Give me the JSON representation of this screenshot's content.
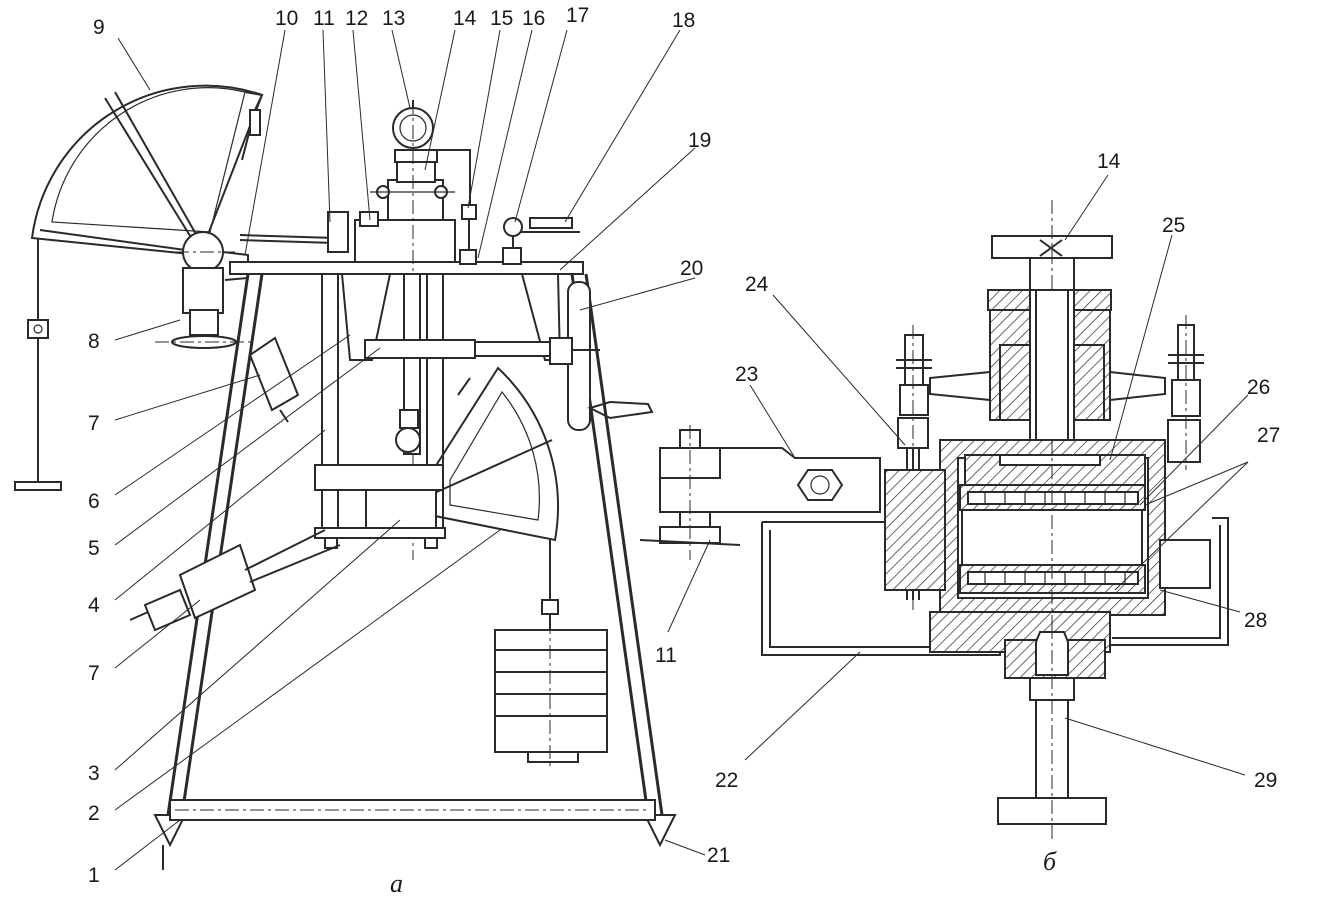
{
  "captions": {
    "left": "а",
    "right": "б"
  },
  "labels": {
    "l1": "1",
    "l2": "2",
    "l3": "3",
    "l4": "4",
    "l5": "5",
    "l6": "6",
    "l7a": "7",
    "l7b": "7",
    "l8": "8",
    "l9": "9",
    "l10": "10",
    "l11a": "11",
    "l11b": "11",
    "l12": "12",
    "l13": "13",
    "l14a": "14",
    "l14b": "14",
    "l15": "15",
    "l16": "16",
    "l17": "17",
    "l18": "18",
    "l19": "19",
    "l20": "20",
    "l21": "21",
    "l22": "22",
    "l23": "23",
    "l24": "24",
    "l25": "25",
    "l26": "26",
    "l27": "27",
    "l28": "28",
    "l29": "29"
  },
  "colors": {
    "line": "#2a2a2a",
    "background": "#ffffff"
  }
}
